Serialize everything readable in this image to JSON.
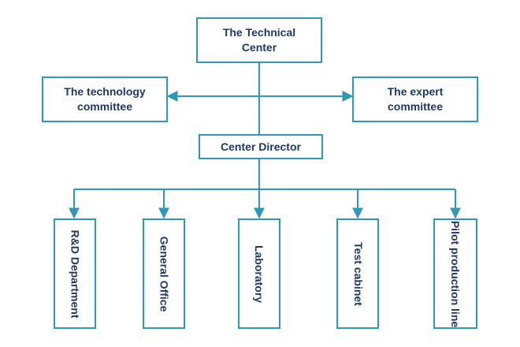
{
  "top": {
    "label": "The Technical\nCenter"
  },
  "technology_committee": {
    "label": "The technology\ncommittee"
  },
  "expert_committee": {
    "label": "The expert\ncommittee"
  },
  "director": {
    "label": "Center Director"
  },
  "departments": [
    {
      "label": "R&D\nDepartment"
    },
    {
      "label": "General Office"
    },
    {
      "label": "Laboratory"
    },
    {
      "label": "Test cabinet"
    },
    {
      "label": "Pilot\nproduction line"
    }
  ],
  "colors": {
    "line": "#2f98b5",
    "text": "#1f3864"
  }
}
